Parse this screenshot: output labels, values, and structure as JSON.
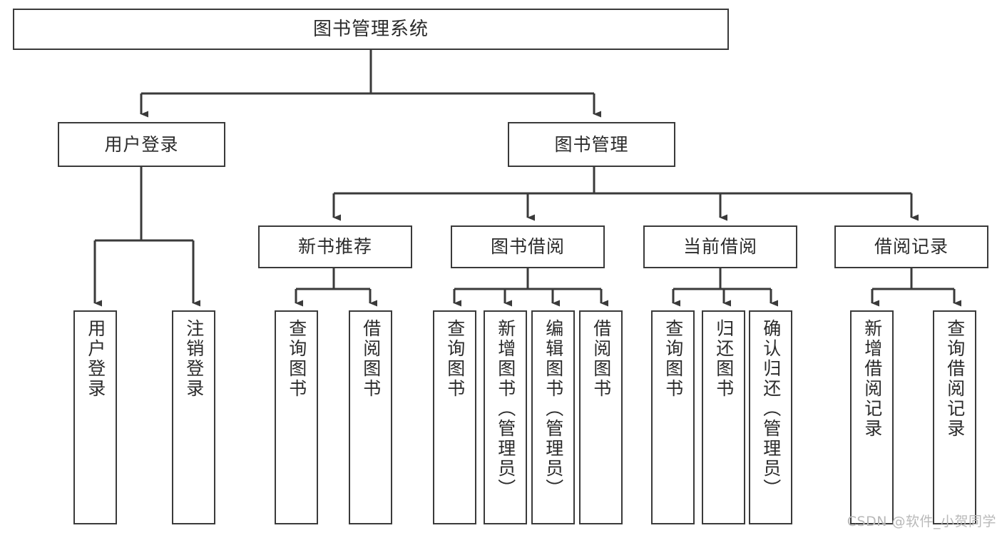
{
  "diagram": {
    "title": "图书管理系统",
    "type": "功能结构图",
    "colors": {
      "box_border": "#3a3a3a",
      "box_fill": "#ffffff",
      "text": "#2b2b2b",
      "connector": "#3a3a3a",
      "watermark": "#b9b9b9",
      "background": "#ffffff"
    },
    "root": {
      "label": "图书管理系统"
    },
    "level2": [
      {
        "label": "用户登录"
      },
      {
        "label": "图书管理"
      }
    ],
    "level3": [
      {
        "label": "新书推荐"
      },
      {
        "label": "图书借阅"
      },
      {
        "label": "当前借阅"
      },
      {
        "label": "借阅记录"
      }
    ],
    "leaves": {
      "user_login": [
        {
          "label": "用户登录"
        },
        {
          "label": "注销登录"
        }
      ],
      "new_book_recommend": [
        {
          "label": "查询图书"
        },
        {
          "label": "借阅图书"
        }
      ],
      "book_borrow": [
        {
          "label": "查询图书"
        },
        {
          "label": "新增图书（管理员）"
        },
        {
          "label": "编辑图书（管理员）"
        },
        {
          "label": "借阅图书"
        }
      ],
      "current_borrow": [
        {
          "label": "查询图书"
        },
        {
          "label": "归还图书"
        },
        {
          "label": "确认归还（管理员）"
        }
      ],
      "borrow_record": [
        {
          "label": "新增借阅记录"
        },
        {
          "label": "查询借阅记录"
        }
      ]
    }
  },
  "watermark": {
    "text": "CSDN @软件_小贺同学"
  }
}
